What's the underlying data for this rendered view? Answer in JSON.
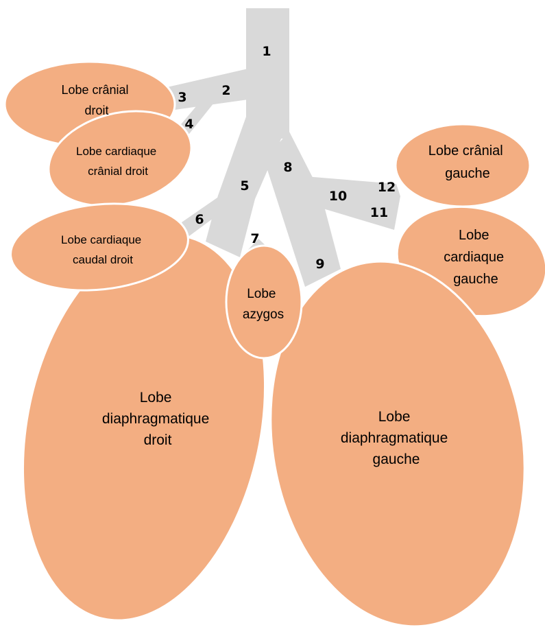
{
  "colors": {
    "airway": "#d9d9d9",
    "lobe": "#f3ae82",
    "lobe_outline": "#ffffff",
    "text": "#000000"
  },
  "airway_numbers": [
    "1",
    "2",
    "3",
    "4",
    "5",
    "6",
    "7",
    "8",
    "9",
    "10",
    "11",
    "12"
  ],
  "lobes": {
    "cranial_right": [
      "Lobe crânial",
      "droit"
    ],
    "cardiac_cranial_right": [
      "Lobe cardiaque",
      "crânial droit"
    ],
    "cardiac_caudal_right": [
      "Lobe cardiaque",
      "caudal droit"
    ],
    "diaphragmatic_right": [
      "Lobe",
      "diaphragmatique",
      "droit"
    ],
    "azygos": [
      "Lobe",
      "azygos"
    ],
    "diaphragmatic_left": [
      "Lobe",
      "diaphragmatique",
      "gauche"
    ],
    "cranial_left": [
      "Lobe crânial",
      "gauche"
    ],
    "cardiac_left": [
      "Lobe",
      "cardiaque",
      "gauche"
    ]
  }
}
